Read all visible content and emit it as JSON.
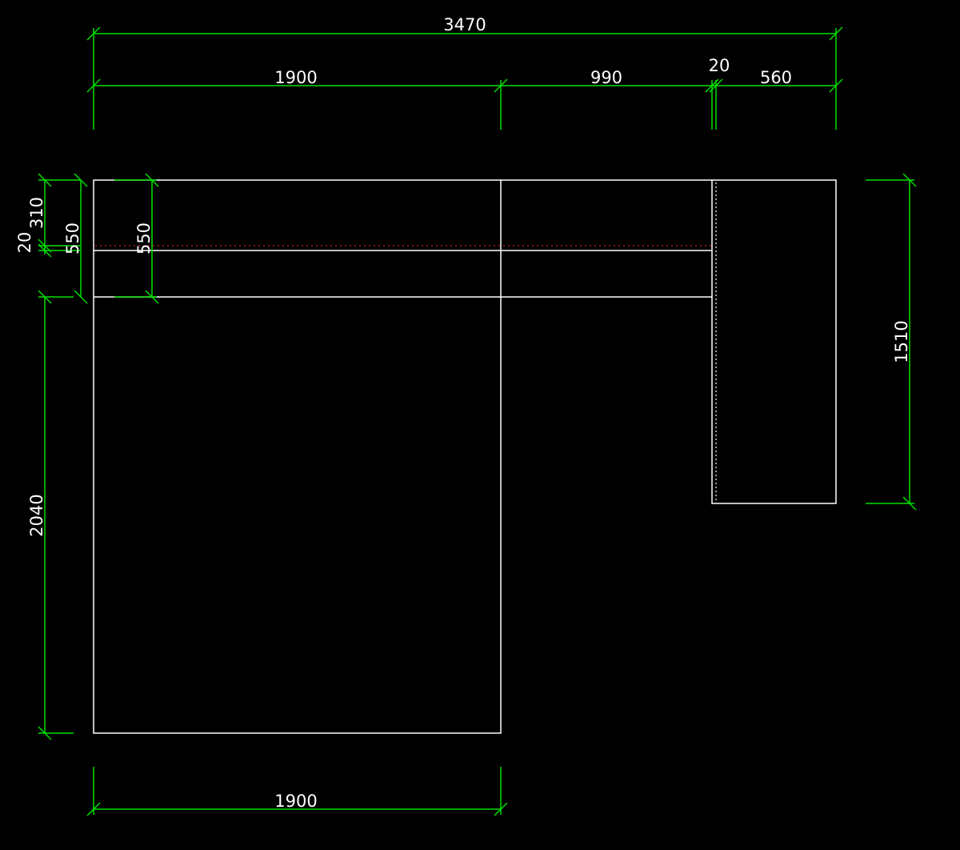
{
  "colors": {
    "background": "#000000",
    "geometry": "#ffffff",
    "dimension": "#00e000",
    "centerline": "#ff2a2a"
  },
  "dimensions": {
    "overall_width": "3470",
    "left_width": "1900",
    "middle_width": "990",
    "gap_width": "20",
    "right_width": "560",
    "bottom_width": "1900",
    "right_height": "1510",
    "left_height": "2040",
    "top_310": "310",
    "top_20": "20",
    "top_550_outer": "550",
    "top_550_inner": "550"
  }
}
